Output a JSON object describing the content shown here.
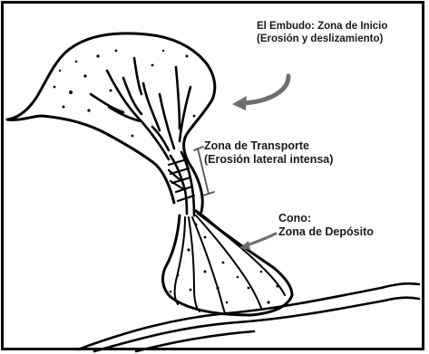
{
  "labels": {
    "embudo_line1": "El Embudo: Zona de Inicio",
    "embudo_line2": "(Erosión y deslizamiento)",
    "transporte_line1": "Zona de Transporte",
    "transporte_line2": "(Erosión lateral intensa)",
    "cono_line1": "Cono:",
    "cono_line2": "Zona de Depósito"
  },
  "colors": {
    "ink": "#000000",
    "arrow": "#6e6e6e",
    "bracket": "#555555",
    "text": "#1a1a1a"
  }
}
